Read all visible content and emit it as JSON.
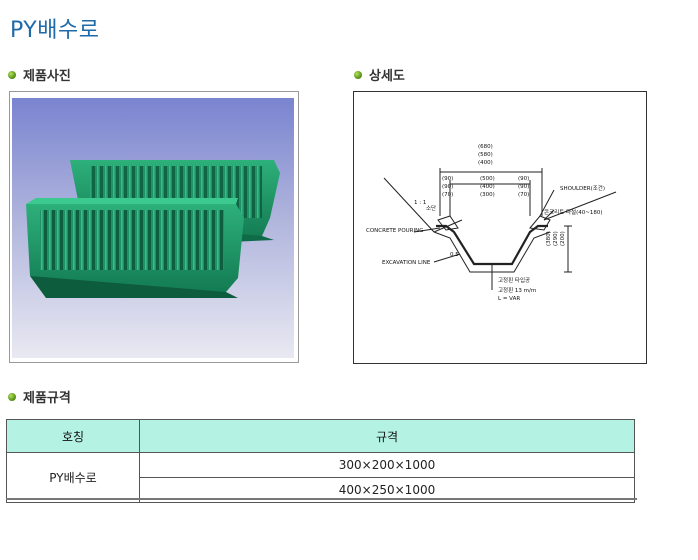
{
  "page": {
    "title": "PY배수로"
  },
  "sections": {
    "photo": "제품사진",
    "detail": "상세도",
    "spec": "제품규격"
  },
  "drawing": {
    "dims_top": [
      "(680)",
      "(580)",
      "(400)"
    ],
    "dims_left": [
      "(90)",
      "(90)",
      "(70)"
    ],
    "dims_mid": [
      "(500)",
      "(400)",
      "(300)"
    ],
    "dims_right": [
      "(90)",
      "(90)",
      "(70)"
    ],
    "dims_side": [
      "(380)",
      "(290)",
      "(200)"
    ],
    "slope": "1 : 1",
    "sodan": "소단",
    "concrete_pouring": "CONCRETE POURING",
    "excavation_line": "EXCAVATION LINE",
    "thickness": "0.5",
    "shoulder": "SHOULDER(조건)",
    "concrete_shoulder": "콘크리트 타설(40~180)",
    "fix_pin_1": "고정핀 타입공",
    "fix_pin_2": "고정핀 13 m/m",
    "fix_pin_3": "L = VAR"
  },
  "spec_table": {
    "headers": [
      "호칭",
      "규격"
    ],
    "product_name": "PY배수로",
    "sizes": [
      "300×200×1000",
      "400×250×1000"
    ]
  },
  "colors": {
    "title": "#1f6aa8",
    "header_bg": "#b4f3e4",
    "product_green": "#1f9a6a"
  }
}
